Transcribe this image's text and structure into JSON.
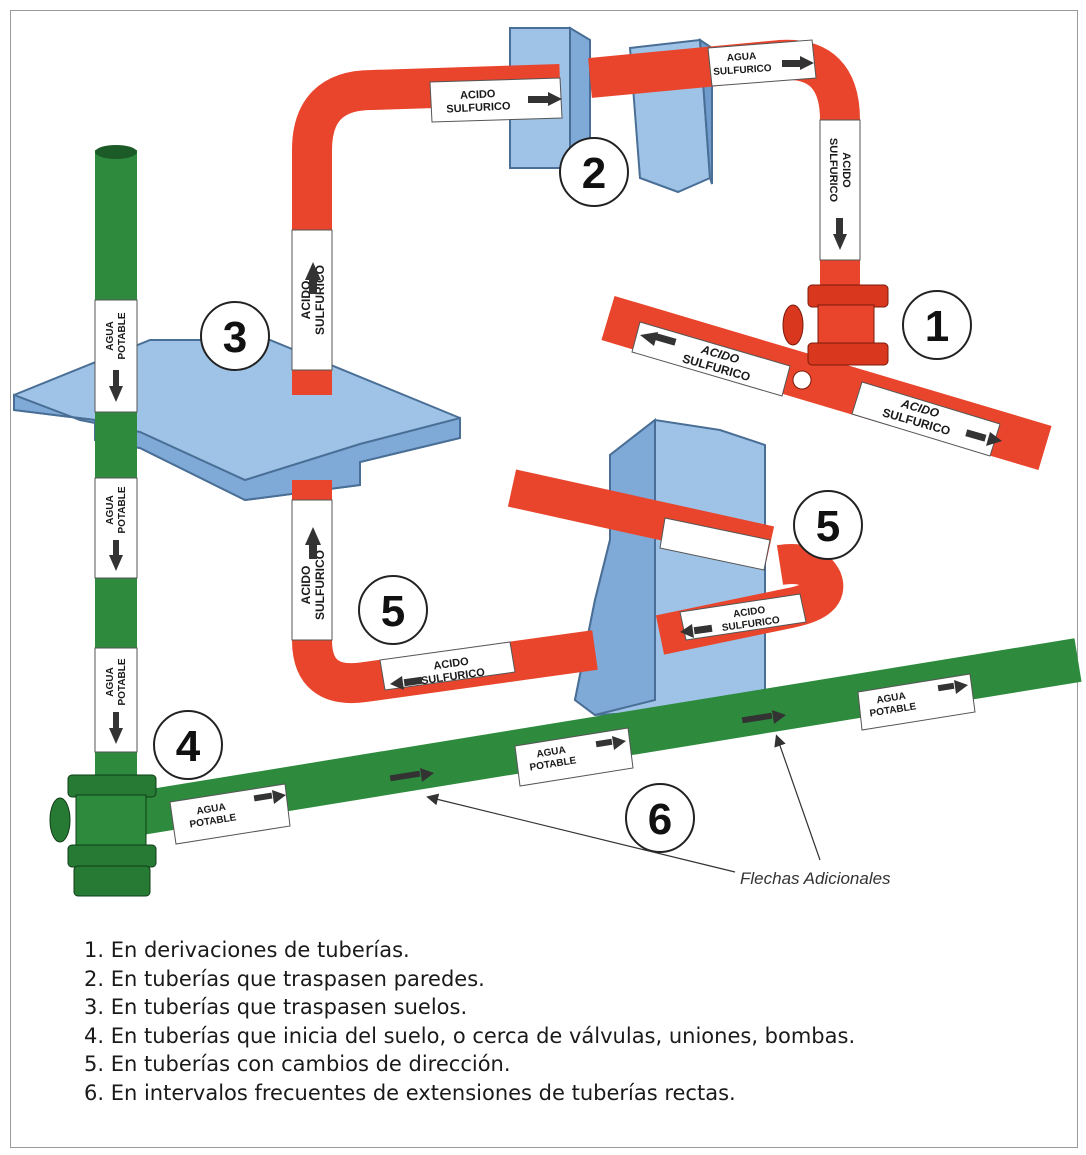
{
  "pipes": {
    "acid": {
      "line1": "ACIDO",
      "line2": "SULFURICO",
      "color": "#e8452c"
    },
    "water": {
      "line1": "AGUA",
      "line2": "POTABLE",
      "color": "#2e8b3e"
    }
  },
  "callouts": {
    "n1": "1",
    "n2": "2",
    "n3": "3",
    "n4": "4",
    "n5a": "5",
    "n5b": "5",
    "n6": "6",
    "extra_arrows": "Flechas Adicionales"
  },
  "colors": {
    "wall": "#9ec3e6",
    "wall_dark": "#6f9ccc",
    "pipe_red": "#e8452c",
    "pipe_green": "#2e8b3e"
  },
  "legend": [
    "1. En derivaciones de tuberías.",
    "2. En tuberías que traspasen paredes.",
    "3. En tuberías que traspasen suelos.",
    "4. En tuberías que inicia del suelo, o cerca de válvulas, uniones, bombas.",
    "5. En tuberías con cambios de dirección.",
    "6. En intervalos frecuentes de extensiones de tuberías rectas."
  ]
}
